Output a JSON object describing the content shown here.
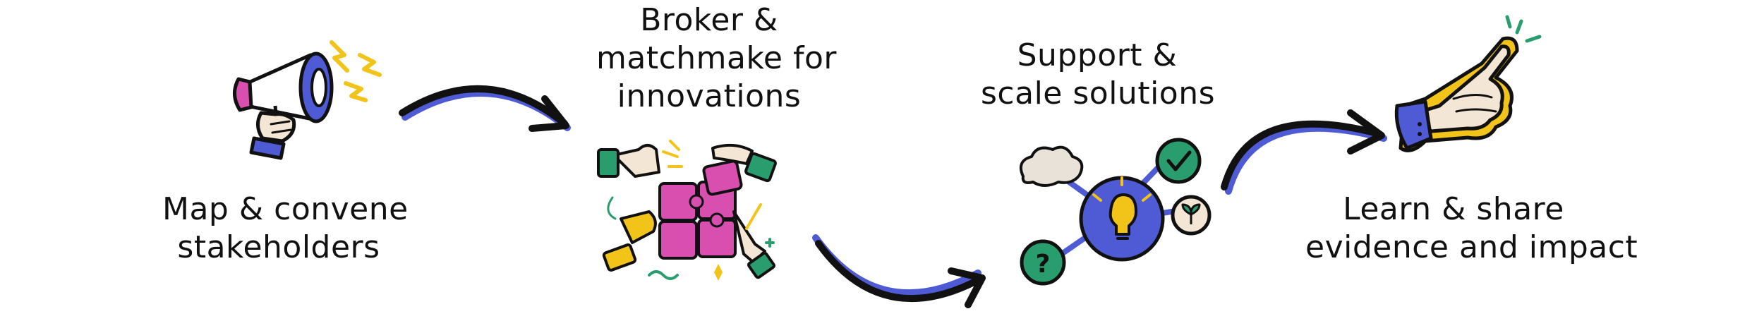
{
  "steps": [
    {
      "id": "map",
      "lines": [
        "Map & convene",
        "stakeholders"
      ],
      "icon": "megaphone-icon"
    },
    {
      "id": "broker",
      "lines": [
        "Broker &",
        "matchmake for",
        "innovations"
      ],
      "icon": "puzzle-hands-icon"
    },
    {
      "id": "support",
      "lines": [
        "Support &",
        "scale solutions"
      ],
      "icon": "idea-network-icon"
    },
    {
      "id": "learn",
      "lines": [
        "Learn & share",
        "evidence and impact"
      ],
      "icon": "pointing-hand-icon"
    }
  ],
  "colors": {
    "ink": "#111111",
    "blue": "#4f5bd5",
    "pink": "#d94fb0",
    "yellow": "#f2c318",
    "green": "#2a9d6e",
    "skin": "#f4e6d4"
  }
}
